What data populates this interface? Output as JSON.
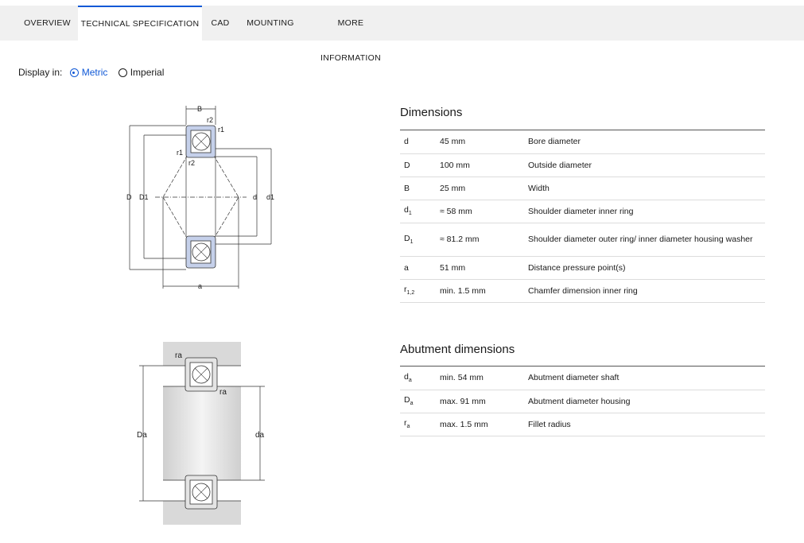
{
  "tabs": [
    {
      "label": "OVERVIEW",
      "active": false
    },
    {
      "label": "TECHNICAL SPECIFICATION",
      "active": true
    },
    {
      "label": "CAD",
      "active": false
    },
    {
      "label": "MOUNTING",
      "active": false
    },
    {
      "label": "MORE INFORMATION",
      "active": false
    }
  ],
  "display": {
    "label": "Display in:",
    "options": [
      {
        "label": "Metric",
        "selected": true
      },
      {
        "label": "Imperial",
        "selected": false
      }
    ]
  },
  "dimensions": {
    "title": "Dimensions",
    "rows": [
      {
        "symbol": "d",
        "sub": "",
        "value": "45 mm",
        "description": "Bore diameter"
      },
      {
        "symbol": "D",
        "sub": "",
        "value": "100 mm",
        "description": "Outside diameter"
      },
      {
        "symbol": "B",
        "sub": "",
        "value": "25 mm",
        "description": "Width"
      },
      {
        "symbol": "d",
        "sub": "1",
        "value": "≈ 58 mm",
        "description": "Shoulder diameter inner ring"
      },
      {
        "symbol": "D",
        "sub": "1",
        "value": "≈ 81.2 mm",
        "description": "Shoulder diameter outer ring/ inner diameter housing washer"
      },
      {
        "symbol": "a",
        "sub": "",
        "value": "51 mm",
        "description": "Distance pressure point(s)"
      },
      {
        "symbol": "r",
        "sub": "1,2",
        "value": "min. 1.5 mm",
        "description": "Chamfer dimension inner ring"
      }
    ]
  },
  "abutment": {
    "title": "Abutment dimensions",
    "rows": [
      {
        "symbol": "d",
        "sub": "a",
        "value": "min. 54 mm",
        "description": "Abutment diameter shaft"
      },
      {
        "symbol": "D",
        "sub": "a",
        "value": "max. 91 mm",
        "description": "Abutment diameter housing"
      },
      {
        "symbol": "r",
        "sub": "a",
        "value": "max. 1.5 mm",
        "description": "Fillet radius"
      }
    ]
  },
  "diagram1_labels": {
    "B": "B",
    "r2_top": "r2",
    "r1_top": "r1",
    "r1_left": "r1",
    "r2_left": "r2",
    "D": "D",
    "D1": "D1",
    "d": "d",
    "d1": "d1",
    "a": "a"
  },
  "diagram2_labels": {
    "ra_top": "ra",
    "ra_mid": "ra",
    "Da": "Da",
    "da": "da"
  },
  "colors": {
    "accent": "#0f58d6",
    "ring_fill": "#c5d0ea",
    "housing_fill": "#d9d9d9"
  }
}
